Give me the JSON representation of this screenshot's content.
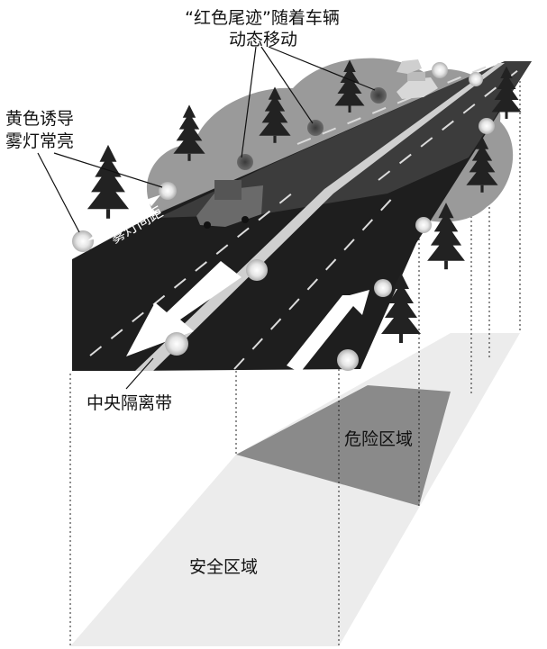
{
  "labels": {
    "red_tail_line1": "“红色尾迹”随着车辆",
    "red_tail_line2": "动态移动",
    "yellow_line1": "黄色诱导",
    "yellow_line2": "雾灯常亮",
    "fog_light_spacing": "雾灯间距",
    "median": "中央隔离带",
    "danger_zone": "危险区域",
    "safe_zone": "安全区域"
  },
  "colors": {
    "road": "#1e1e1e",
    "fog": "#9a9a9a",
    "danger_zone": "#8a8a8a",
    "safe_zone": "#ececec",
    "tree": "#222222",
    "glow": "#e8e8e8",
    "red_tail": "#4a4a4a"
  },
  "icons": [
    "tree-icon",
    "truck-icon",
    "car-icon",
    "arrow-icon",
    "fog-light-icon"
  ]
}
